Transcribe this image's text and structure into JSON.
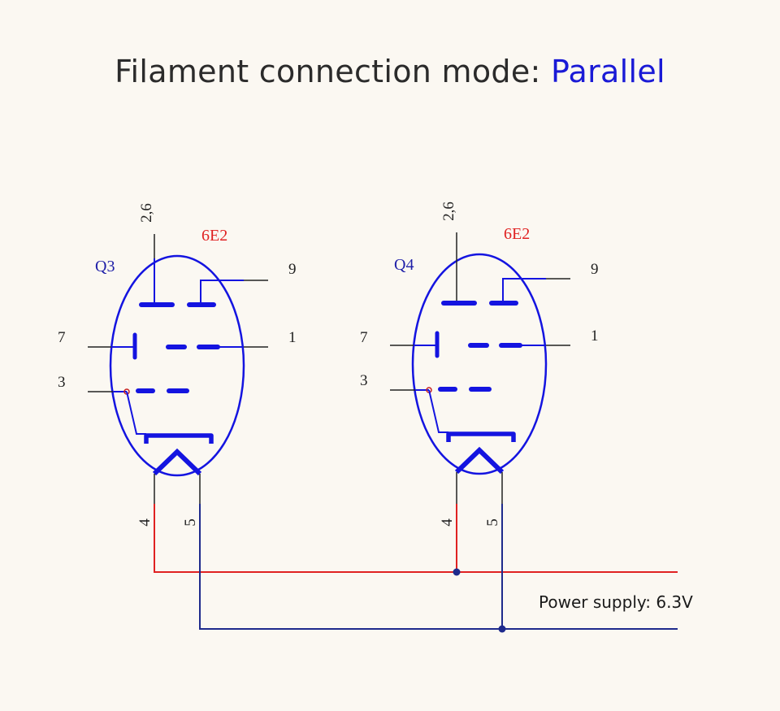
{
  "title": {
    "prefix": "Filament connection mode: ",
    "mode": "Parallel"
  },
  "tubes": [
    {
      "name": "Q3",
      "type": "6E2",
      "pins": {
        "plate": "2,6",
        "p9": "9",
        "p7": "7",
        "p1": "1",
        "p3": "3",
        "p4": "4",
        "p5": "5"
      }
    },
    {
      "name": "Q4",
      "type": "6E2",
      "pins": {
        "plate": "2,6",
        "p9": "9",
        "p7": "7",
        "p1": "1",
        "p3": "3",
        "p4": "4",
        "p5": "5"
      }
    }
  ],
  "supply_label": "Power supply: 6.3V",
  "colors": {
    "tube": "#1414e0",
    "wire_blue": "#1e2a8c",
    "wire_red": "#e02222",
    "tube_type_text": "#e02222",
    "title_mode": "#1a1ad6"
  }
}
